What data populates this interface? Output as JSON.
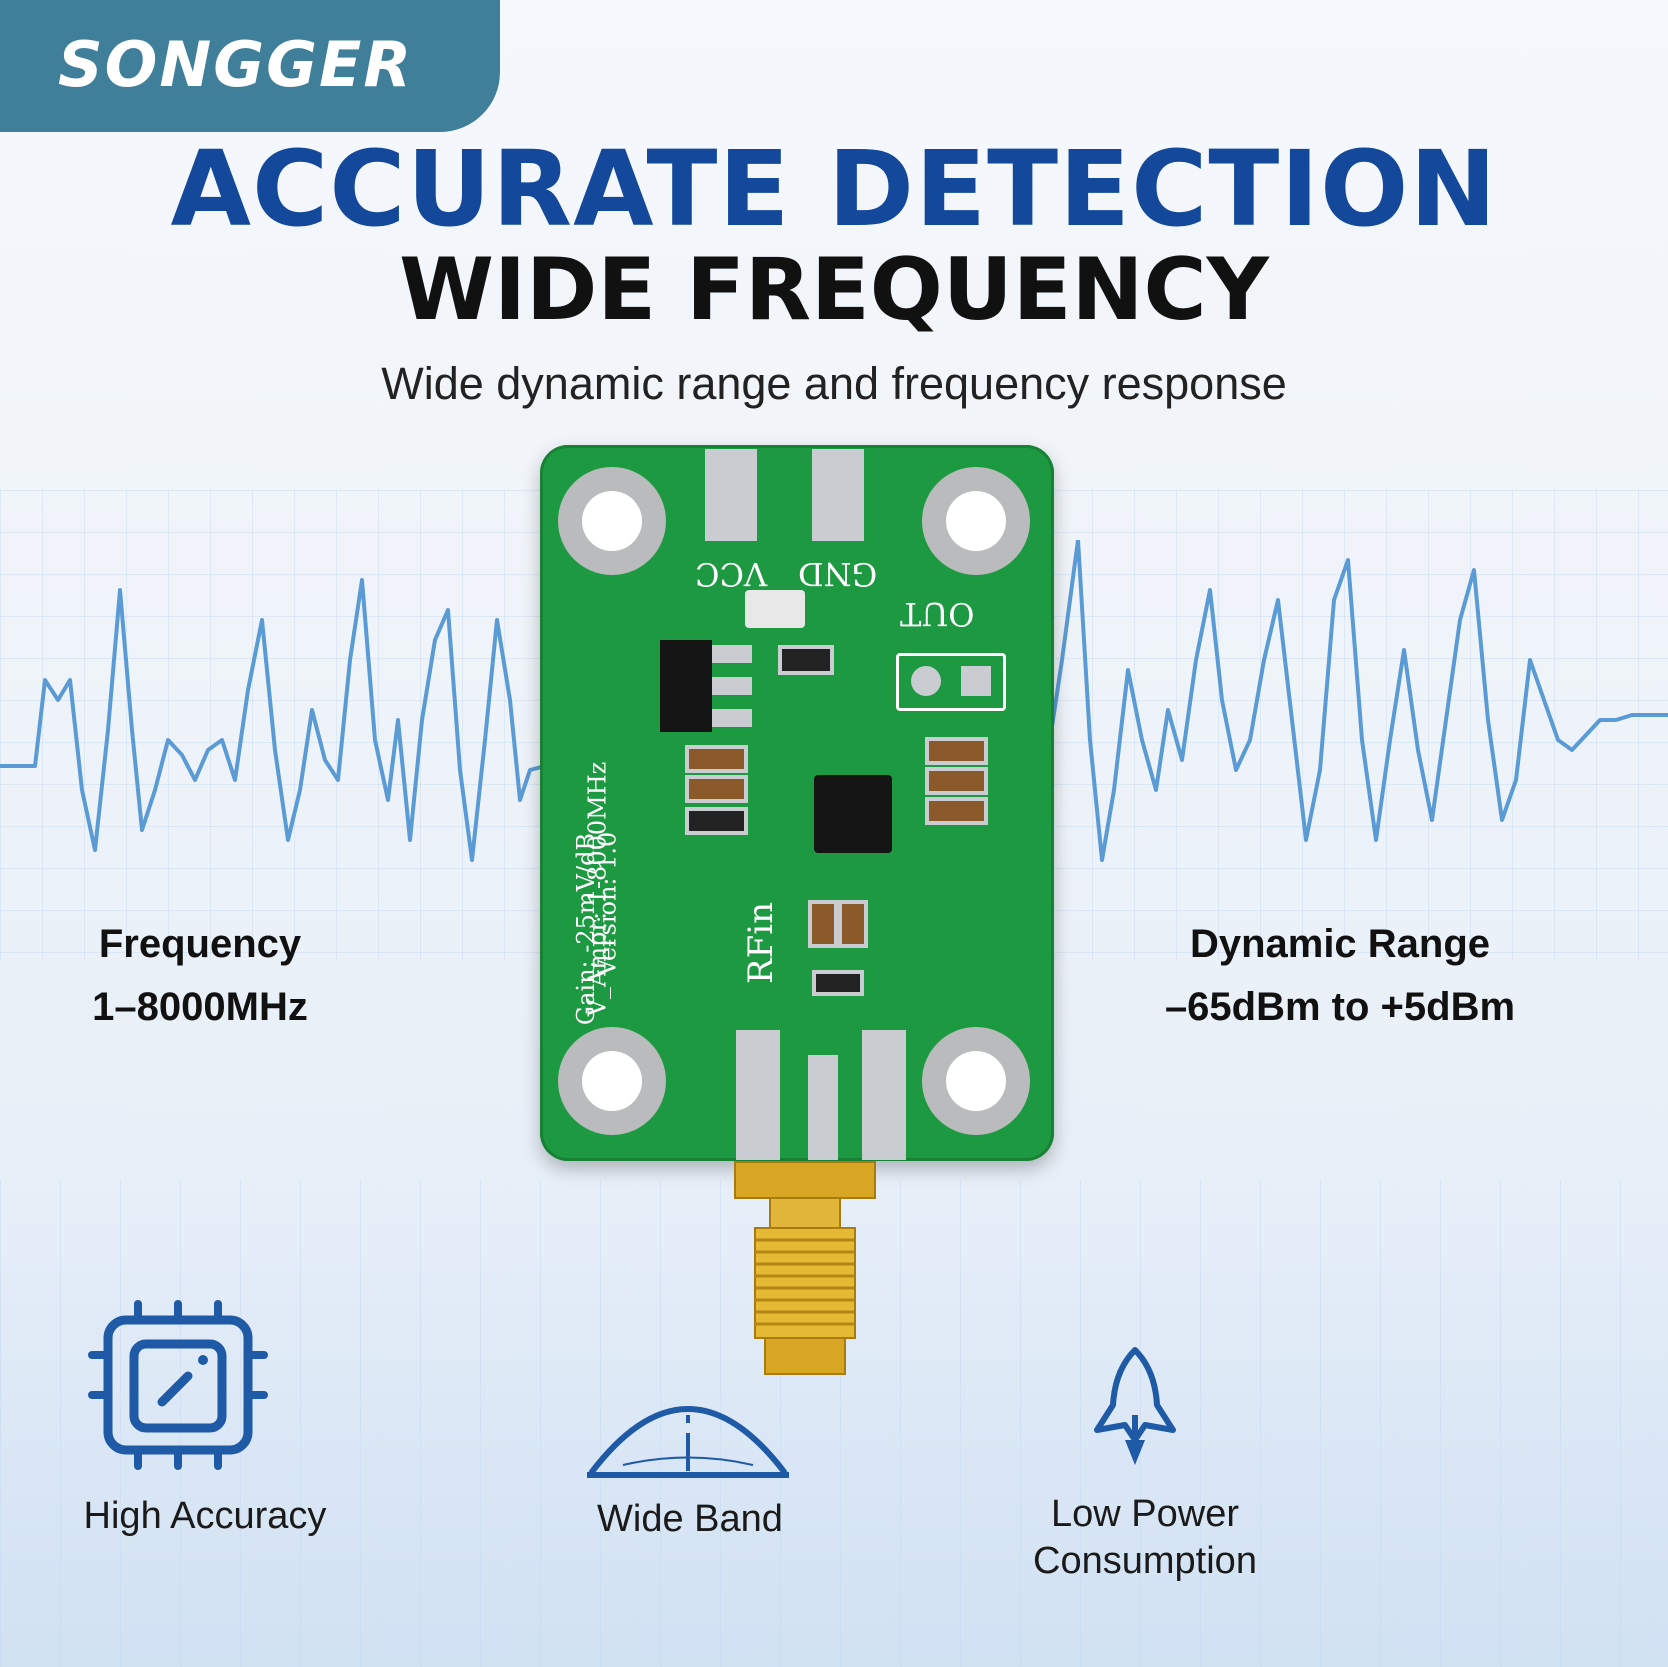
{
  "brand": {
    "name": "SONGGER"
  },
  "headline": {
    "title": "ACCURATE DETECTION",
    "subtitle": "WIDE FREQUENCY",
    "tagline": "Wide dynamic range and frequency response"
  },
  "specs": {
    "frequency_label": "Frequency",
    "frequency_value": "1–8000MHz",
    "dynamic_label": "Dynamic Range",
    "dynamic_value": "–65dBm to +5dBm"
  },
  "board": {
    "vcc": "VCC",
    "gnd": "GND",
    "out": "OUT",
    "rfin": "RFin",
    "line1": "V_Ampr: 1-8000MHz",
    "line2": "Gain: -25mV/dB",
    "line3": "Version: 1.0"
  },
  "features": [
    {
      "label": "High Accuracy",
      "icon": "chip-gauge-icon"
    },
    {
      "label": "Wide Band",
      "icon": "dome-band-icon"
    },
    {
      "label": "Low Power",
      "label2": "Consumption",
      "icon": "rocket-icon"
    }
  ],
  "colors": {
    "brand_tab": "#3f7f9a",
    "title_blue": "#13489b",
    "wave_blue": "#5b9bd5",
    "icon_blue": "#1f5aa6",
    "pcb_green": "#1d9a41",
    "connector_gold": "#d8a623"
  }
}
